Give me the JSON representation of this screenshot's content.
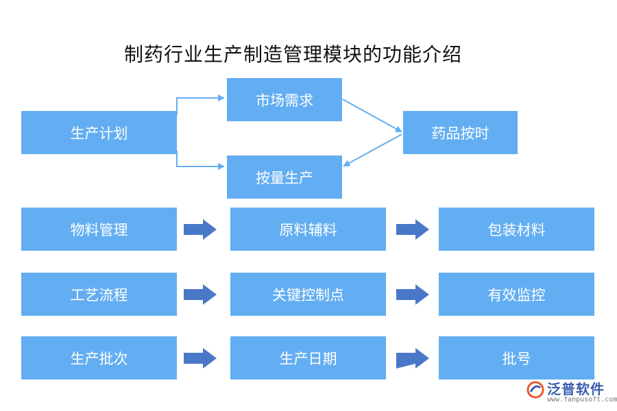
{
  "title": "制药行业生产制造管理模块的功能介绍",
  "top_flow": {
    "plan": "生产计划",
    "market": "市场需求",
    "by_quantity": "按量生产",
    "on_time": "药品按时"
  },
  "rows": [
    [
      "物料管理",
      "原料辅料",
      "包装材料"
    ],
    [
      "工艺流程",
      "关键控制点",
      "有效监控"
    ],
    [
      "生产批次",
      "生产日期",
      "批号"
    ]
  ],
  "logo": {
    "name": "泛普软件",
    "url": "www.fanpusoft.com"
  },
  "colors": {
    "box": "#63aef2",
    "arrow": "#4a78c8",
    "connector": "#63aef2"
  }
}
